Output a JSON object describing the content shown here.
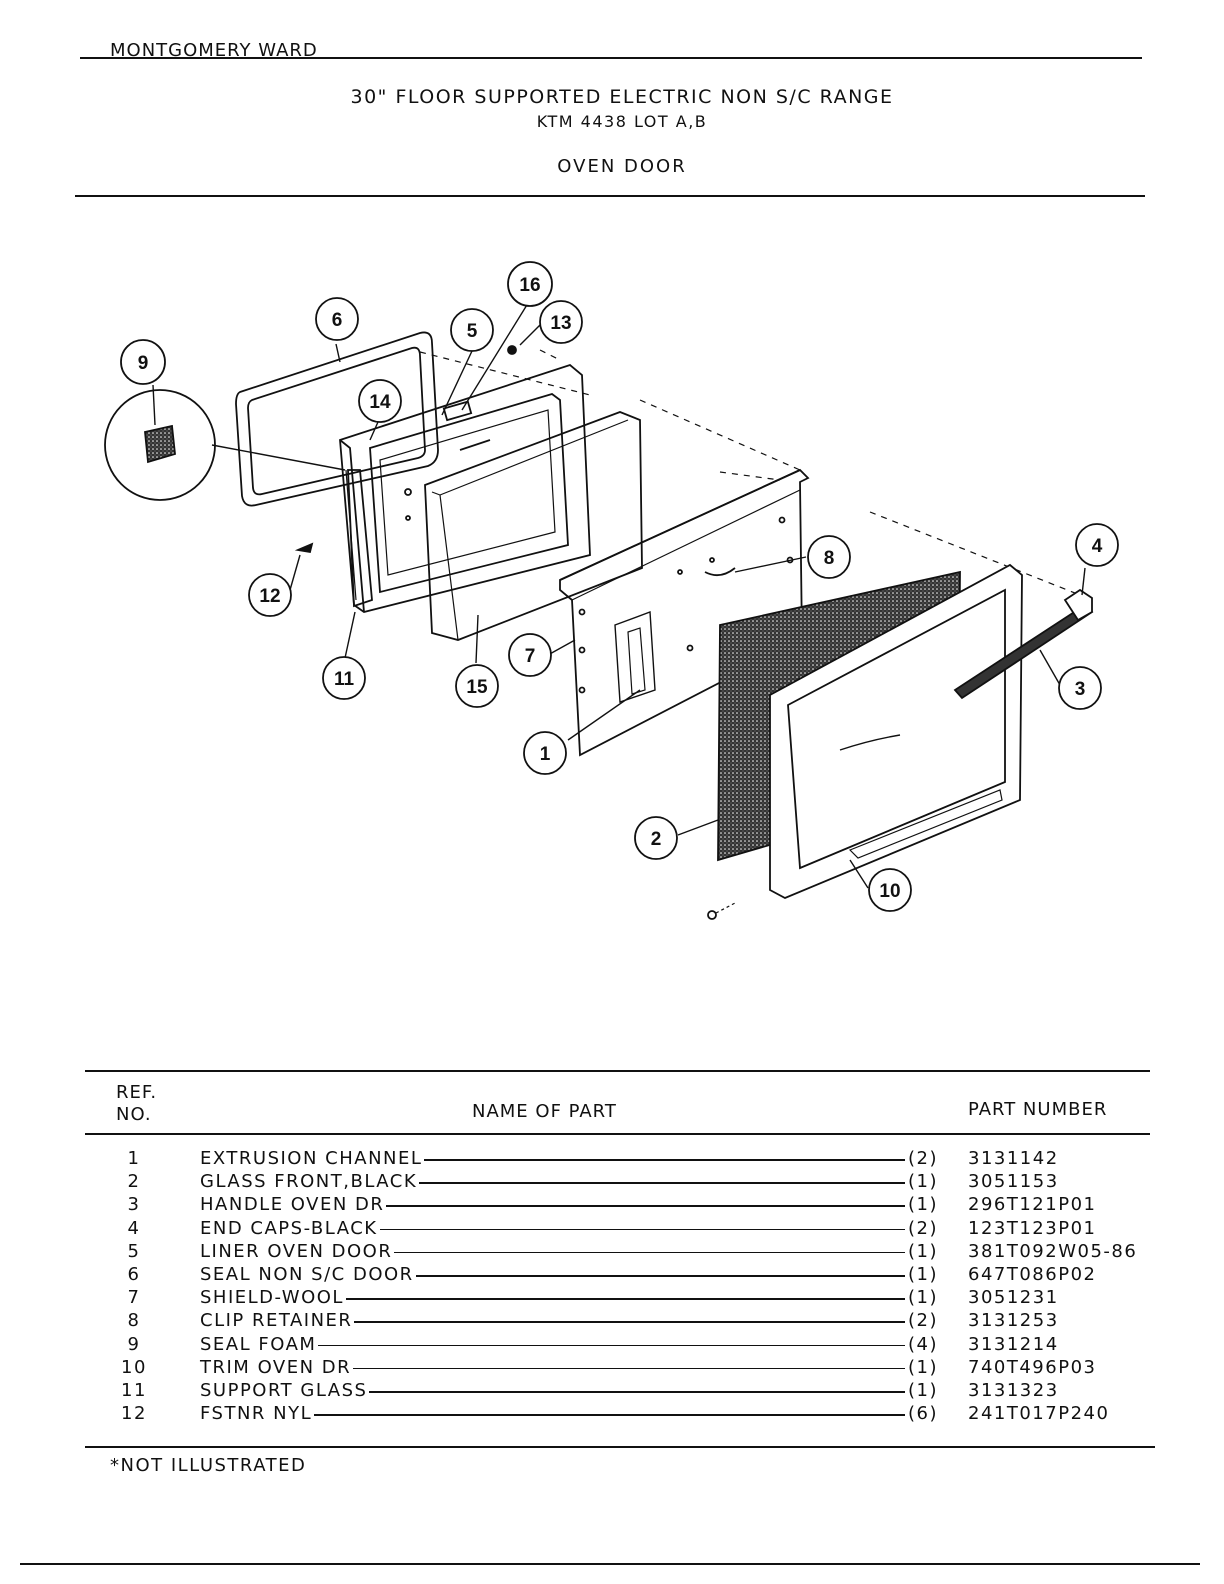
{
  "header": {
    "brand": "MONTGOMERY WARD",
    "title_line1": "30\" FLOOR SUPPORTED ELECTRIC NON S/C RANGE",
    "title_line2": "KTM 4438 LOT A,B",
    "section": "OVEN DOOR"
  },
  "diagram": {
    "callouts": [
      "1",
      "2",
      "3",
      "4",
      "5",
      "6",
      "7",
      "8",
      "9",
      "10",
      "11",
      "12",
      "13",
      "14",
      "15",
      "16"
    ]
  },
  "parts_table": {
    "col_ref_line1": "REF.",
    "col_ref_line2": "NO.",
    "col_name": "NAME OF PART",
    "col_part": "PART NUMBER",
    "rows": [
      {
        "ref": "1",
        "name": "EXTRUSION CHANNEL",
        "qty": "(2)",
        "part": "3131142"
      },
      {
        "ref": "2",
        "name": "GLASS FRONT,BLACK",
        "qty": "(1)",
        "part": "3051153"
      },
      {
        "ref": "3",
        "name": "HANDLE OVEN DR",
        "qty": "(1)",
        "part": "296T121P01"
      },
      {
        "ref": "4",
        "name": "END CAPS-BLACK",
        "qty": "(2)",
        "part": "123T123P01"
      },
      {
        "ref": "5",
        "name": "LINER OVEN DOOR",
        "qty": "(1)",
        "part": "381T092W05-86"
      },
      {
        "ref": "6",
        "name": "SEAL NON S/C DOOR",
        "qty": "(1)",
        "part": "647T086P02"
      },
      {
        "ref": "7",
        "name": "SHIELD-WOOL",
        "qty": "(1)",
        "part": "3051231"
      },
      {
        "ref": "8",
        "name": "CLIP RETAINER",
        "qty": "(2)",
        "part": "3131253"
      },
      {
        "ref": "9",
        "name": "SEAL FOAM",
        "qty": "(4)",
        "part": "3131214"
      },
      {
        "ref": "10",
        "name": "TRIM OVEN DR",
        "qty": "(1)",
        "part": "740T496P03"
      },
      {
        "ref": "11",
        "name": "SUPPORT GLASS",
        "qty": "(1)",
        "part": "3131323"
      },
      {
        "ref": "12",
        "name": "FSTNR NYL",
        "qty": "(6)",
        "part": "241T017P240"
      }
    ]
  },
  "footer_note": "*NOT ILLUSTRATED"
}
